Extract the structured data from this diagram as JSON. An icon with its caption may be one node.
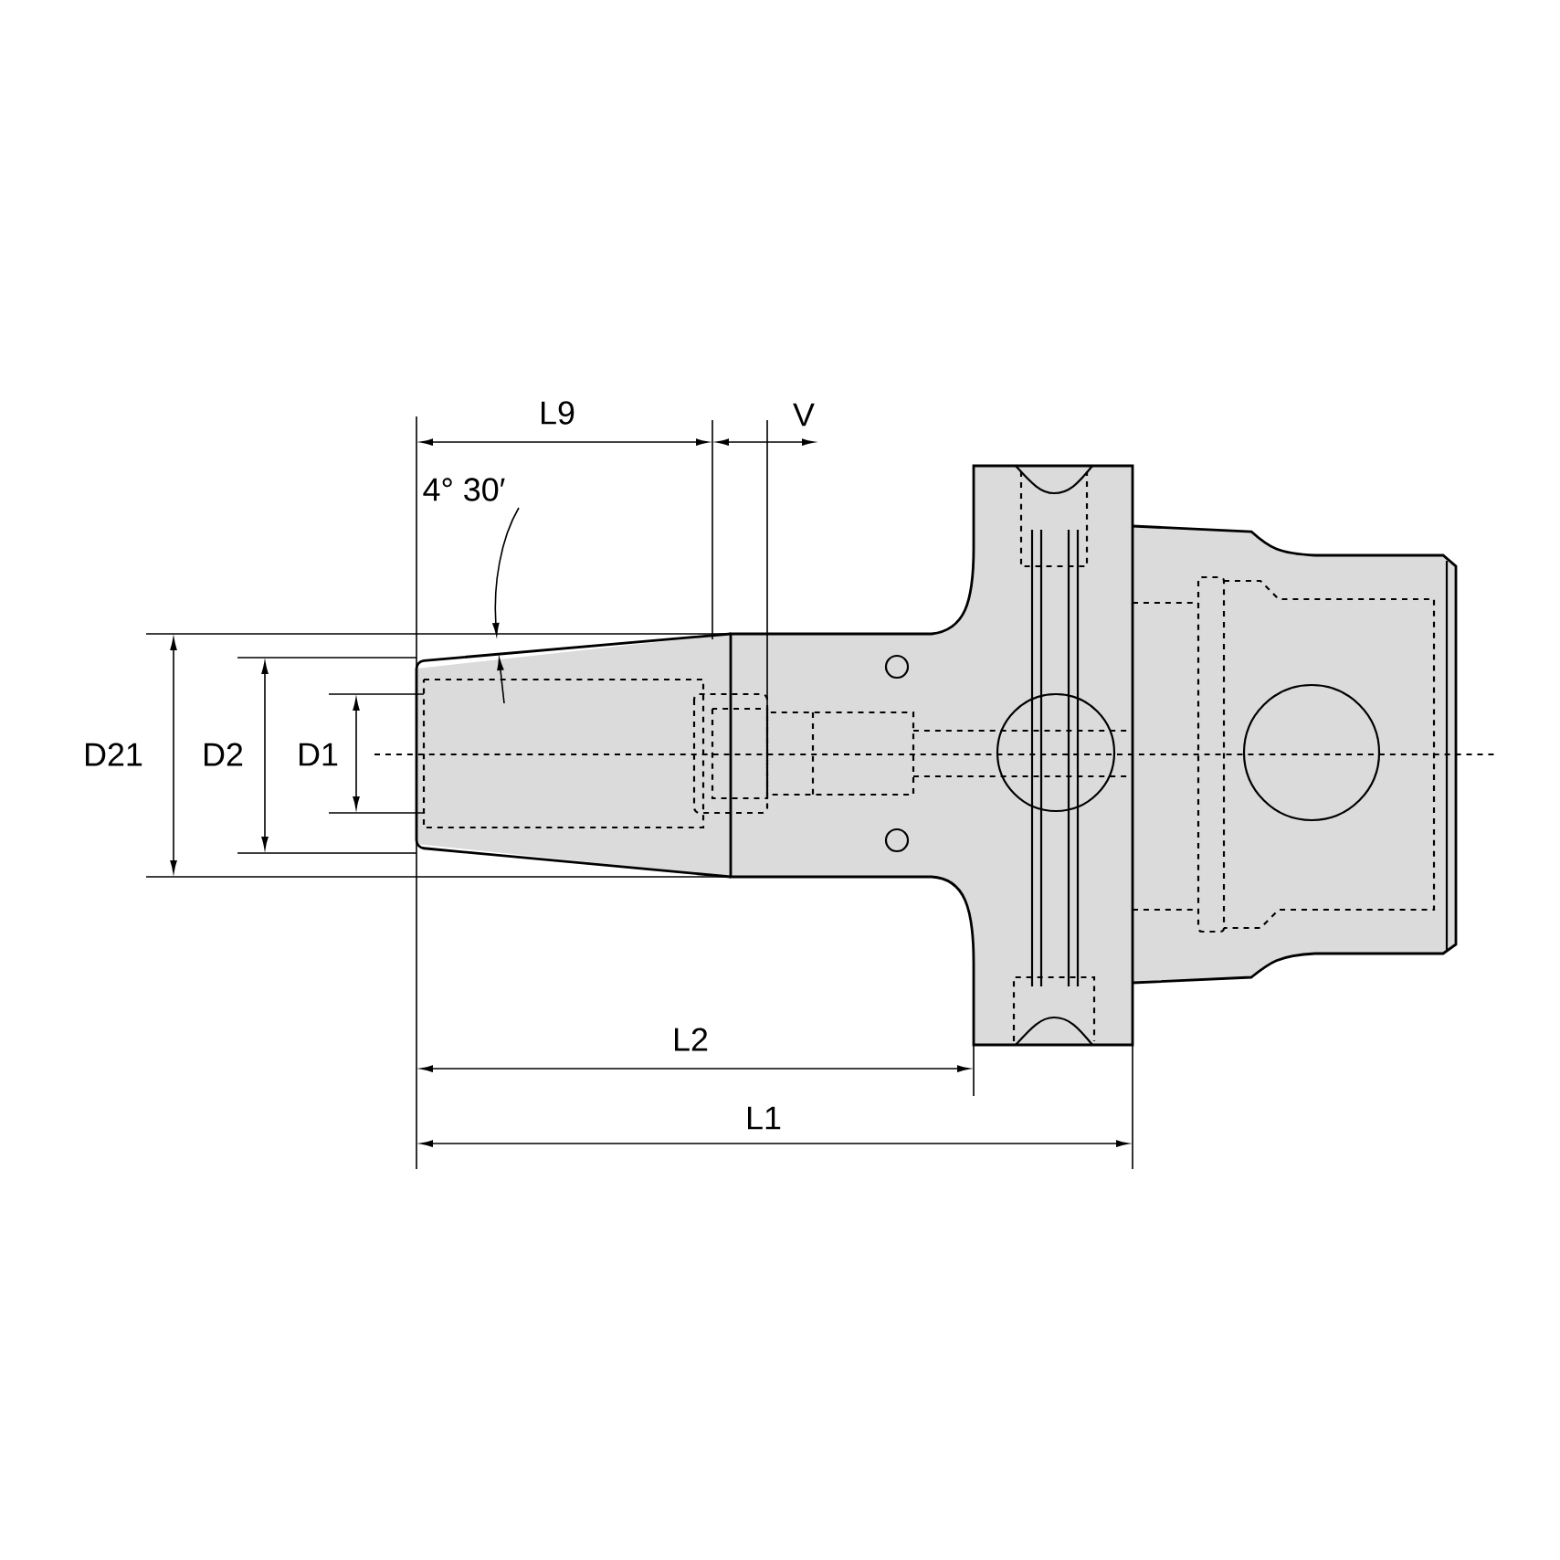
{
  "diagram": {
    "labels": [
      "L9",
      "V",
      "4° 30′",
      "D21",
      "D2",
      "D1",
      "L2",
      "L1"
    ]
  }
}
